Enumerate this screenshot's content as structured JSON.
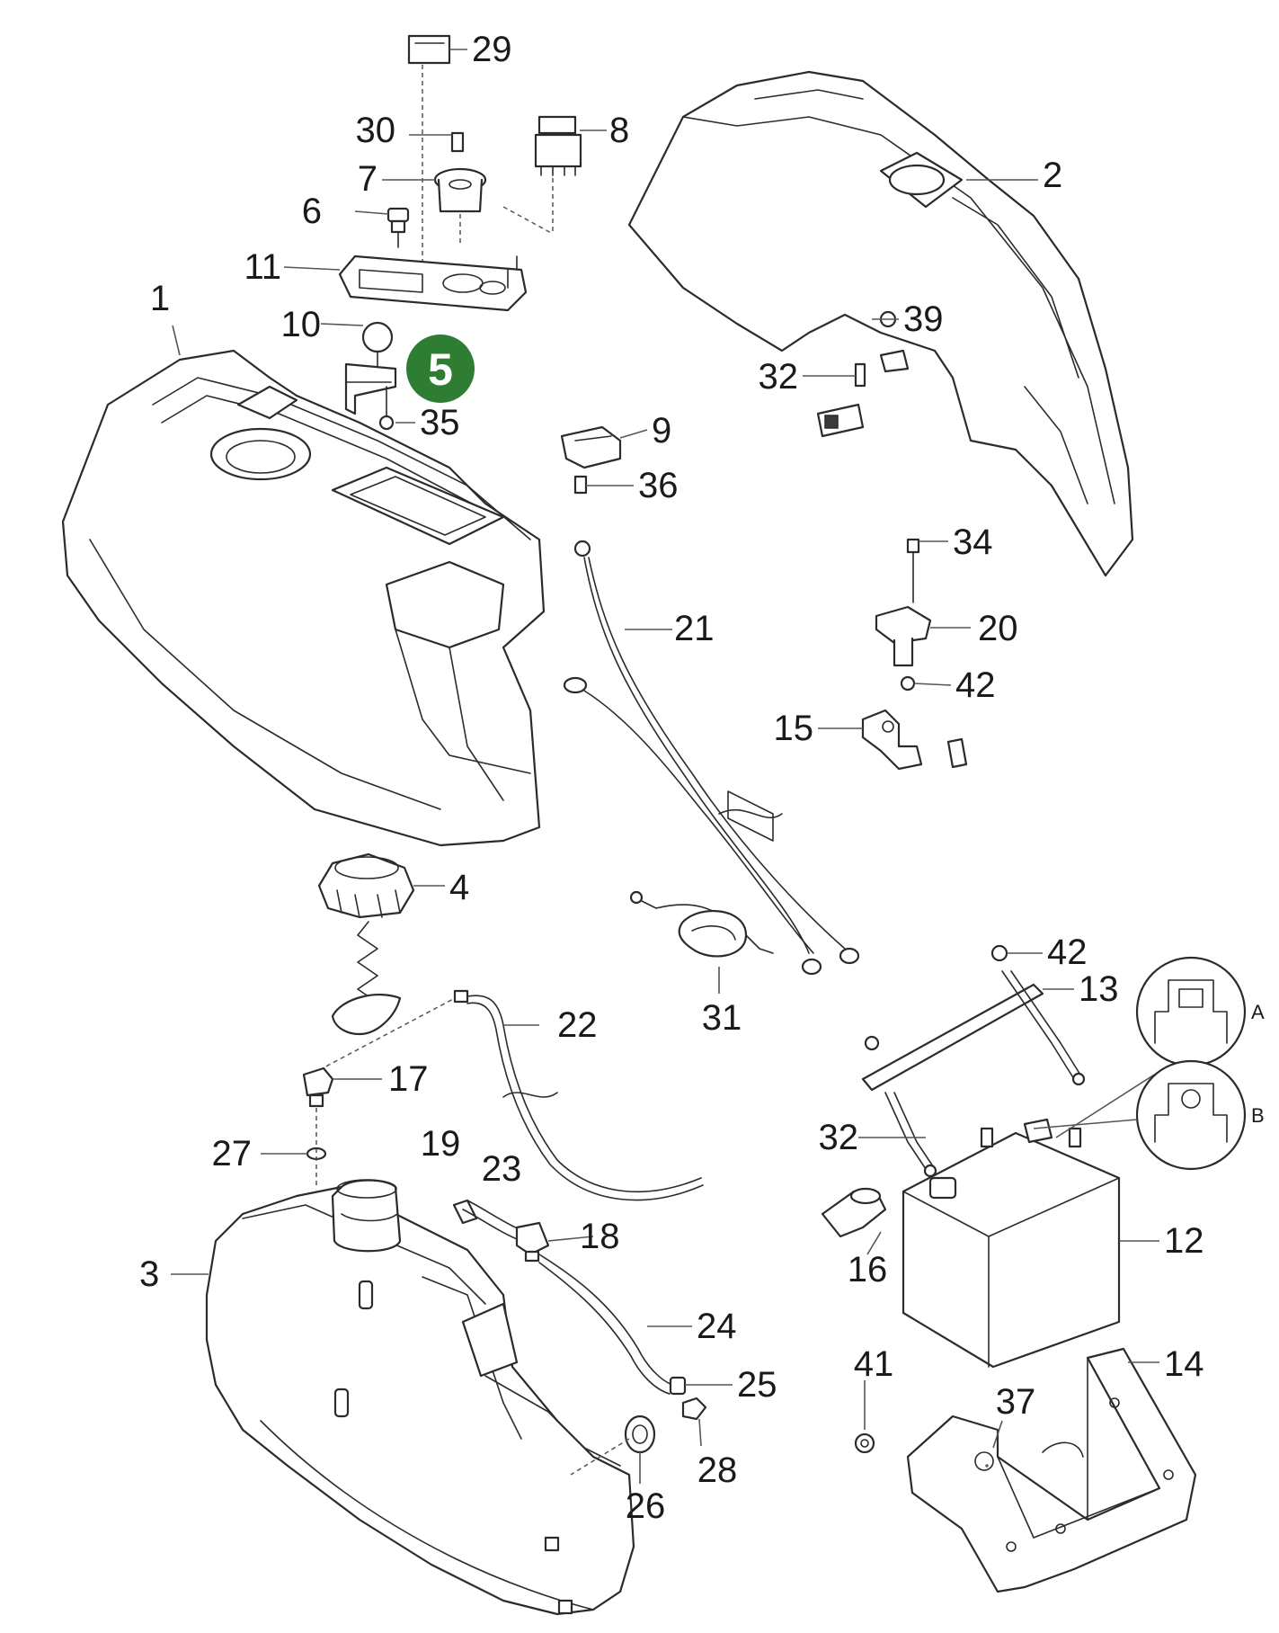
{
  "badge": {
    "label": "5",
    "color": "#2f7d32"
  },
  "callouts": {
    "c1": "1",
    "c2": "2",
    "c3": "3",
    "c4": "4",
    "c6": "6",
    "c7": "7",
    "c8": "8",
    "c9": "9",
    "c10": "10",
    "c11": "11",
    "c12": "12",
    "c13": "13",
    "c14": "14",
    "c15": "15",
    "c16": "16",
    "c17": "17",
    "c18": "18",
    "c19": "19",
    "c20": "20",
    "c21": "21",
    "c22": "22",
    "c23": "23",
    "c24": "24",
    "c25": "25",
    "c26": "26",
    "c27": "27",
    "c28": "28",
    "c29": "29",
    "c30": "30",
    "c31": "31",
    "c32a": "32",
    "c32b": "32",
    "c34": "34",
    "c35": "35",
    "c36": "36",
    "c37": "37",
    "c39": "39",
    "c41": "41",
    "c42a": "42",
    "c42b": "42"
  },
  "detail_views": {
    "a": "A",
    "b": "B"
  }
}
